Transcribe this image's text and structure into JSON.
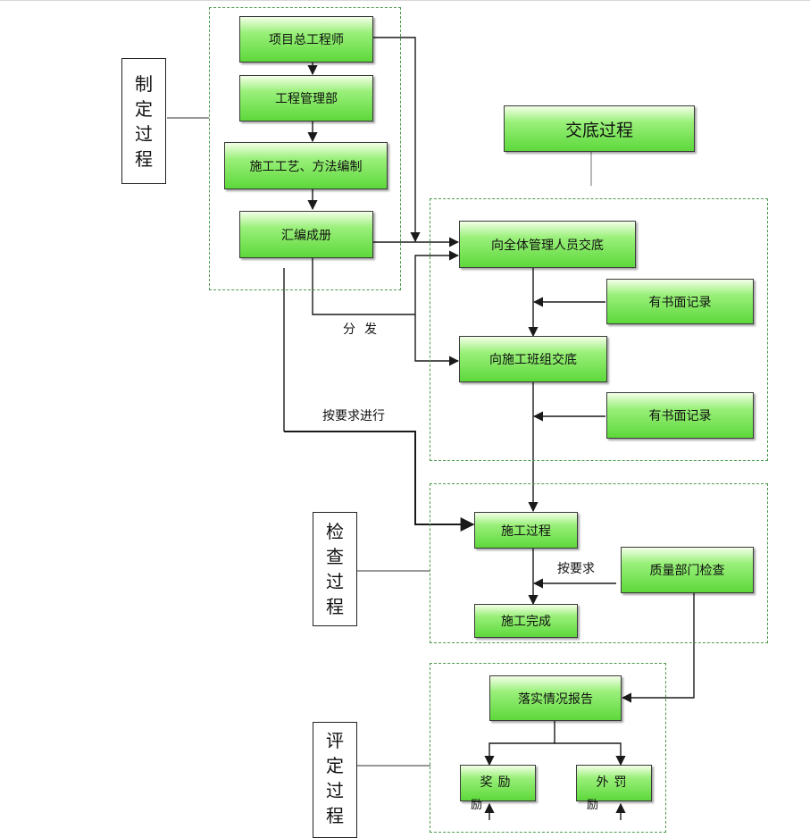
{
  "stages": {
    "formulate": [
      "制",
      "定",
      "过",
      "程"
    ],
    "inspect": [
      "检",
      "查",
      "过",
      "程"
    ],
    "evaluate": [
      "评",
      "定",
      "过",
      "程"
    ]
  },
  "boxes": {
    "project_chief_engineer": "项目总工程师",
    "engineering_dept": "工程管理部",
    "method_compile": "施工工艺、方法编制",
    "compile_volume": "汇编成册",
    "handover_process": "交底过程",
    "brief_all_managers": "向全体管理人员交底",
    "written_record_1": "有书面记录",
    "brief_work_teams": "向施工班组交底",
    "written_record_2": "有书面记录",
    "construction_process": "施工过程",
    "quality_check": "质量部门检查",
    "construction_done": "施工完成",
    "implementation_report": "落实情况报告",
    "reward": "奖励",
    "punishment": "外罚"
  },
  "tails": {
    "reward": "励",
    "punishment": "励"
  },
  "notes": {
    "distribute": "分发",
    "as_required_proceed": "按要求进行",
    "as_required": "按要求"
  },
  "colors": {
    "box_fill": "#5dd83b",
    "group_border": "#4c9a4c",
    "line": "#222222"
  }
}
